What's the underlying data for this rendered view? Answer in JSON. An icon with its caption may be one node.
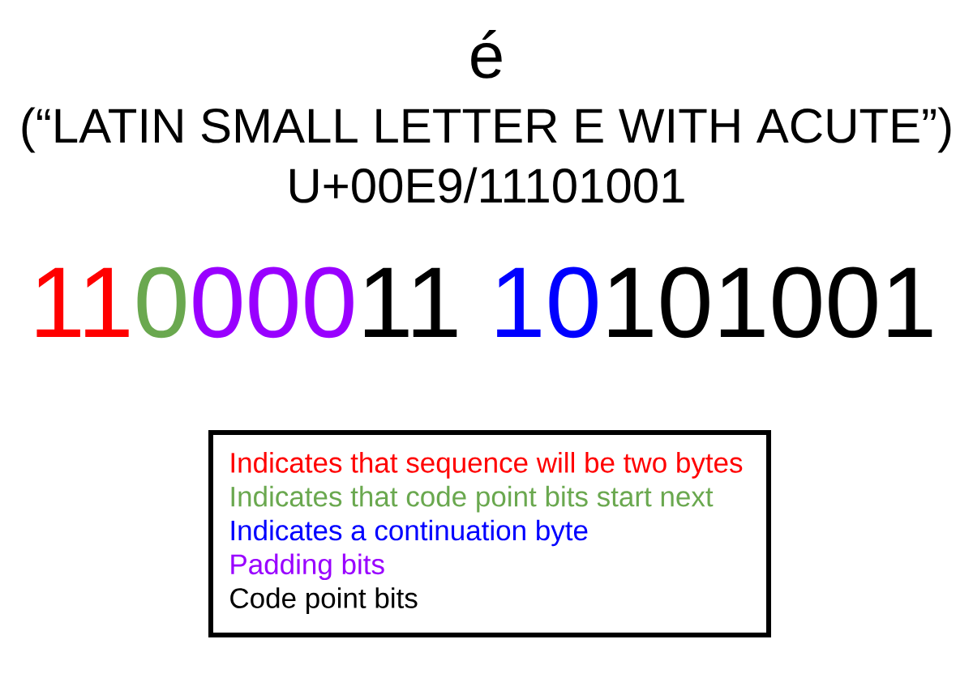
{
  "diagram": {
    "title": "é",
    "labels": [
      "(“LATIN SMALL LETTER E WITH ACUTE”)",
      "U+00E9/11101001",
      "11",
      "0",
      "000",
      "11",
      "10",
      "101001"
    ],
    "legend": [
      {
        "text": "Indicates that sequence will be two bytes",
        "color": "#ff0000"
      },
      {
        "text": "Indicates that code point bits start next",
        "color": "#6aa84f"
      },
      {
        "text": "Indicates a continuation byte",
        "color": "#0000ff"
      },
      {
        "text": "Padding bits",
        "color": "#9900ff"
      },
      {
        "text": "Code point bits",
        "color": "#000000"
      }
    ]
  }
}
